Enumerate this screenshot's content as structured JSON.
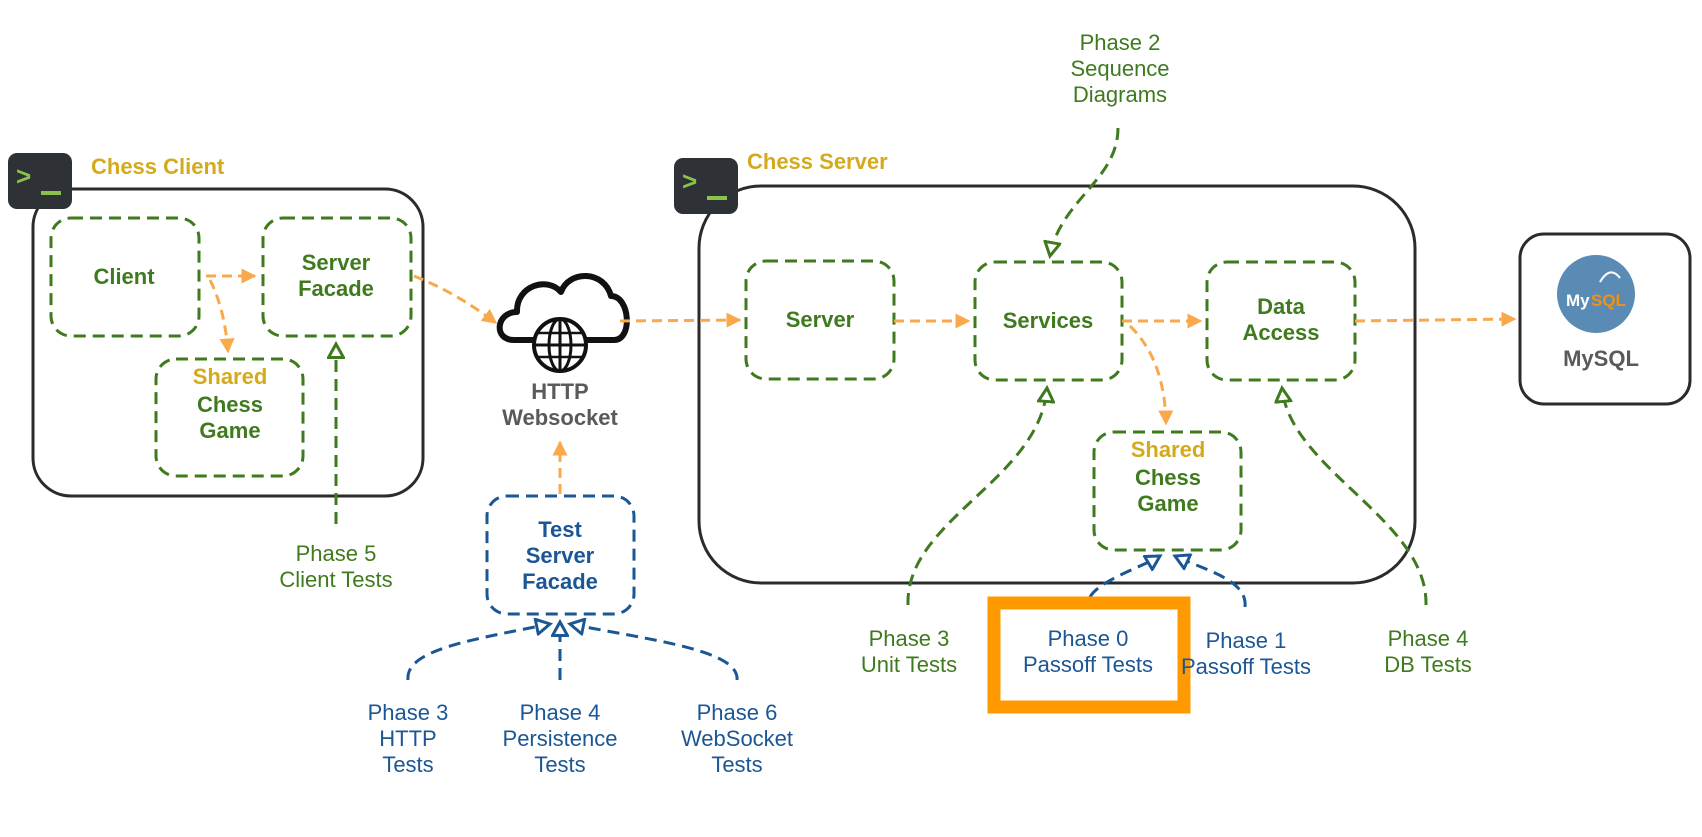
{
  "client": {
    "title": "Chess Client",
    "client_box": "Client",
    "facade_l1": "Server",
    "facade_l2": "Facade",
    "shared_l1": "Shared",
    "shared_l2": "Chess",
    "shared_l3": "Game"
  },
  "network": {
    "l1": "HTTP",
    "l2": "Websocket"
  },
  "test_facade": {
    "l1": "Test",
    "l2": "Server",
    "l3": "Facade"
  },
  "server": {
    "title": "Chess Server",
    "server_box": "Server",
    "services": "Services",
    "data_l1": "Data",
    "data_l2": "Access",
    "shared_l1": "Shared",
    "shared_l2": "Chess",
    "shared_l3": "Game"
  },
  "mysql": {
    "label": "MySQL",
    "logo_my": "My",
    "logo_sql": "SQL"
  },
  "phases": {
    "p2": [
      "Phase 2",
      "Sequence",
      "Diagrams"
    ],
    "p5": [
      "Phase 5",
      "Client Tests"
    ],
    "p3_unit": [
      "Phase 3",
      "Unit Tests"
    ],
    "p0": [
      "Phase 0",
      "Passoff Tests"
    ],
    "p1": [
      "Phase 1",
      "Passoff Tests"
    ],
    "p4_db": [
      "Phase 4",
      "DB Tests"
    ],
    "p3_http": [
      "Phase 3",
      "HTTP",
      "Tests"
    ],
    "p4_persist": [
      "Phase 4",
      "Persistence",
      "Tests"
    ],
    "p6_ws": [
      "Phase 6",
      "WebSocket",
      "Tests"
    ]
  },
  "colors": {
    "green": "#3f7a1e",
    "blue": "#1b5695",
    "orange": "#f9a94b",
    "yellow": "#d4aa1c",
    "highlight": "#ff9900",
    "dark": "#2b2b2b"
  },
  "icons": [
    "terminal-icon",
    "cloud-globe-icon",
    "mysql-logo-icon"
  ]
}
